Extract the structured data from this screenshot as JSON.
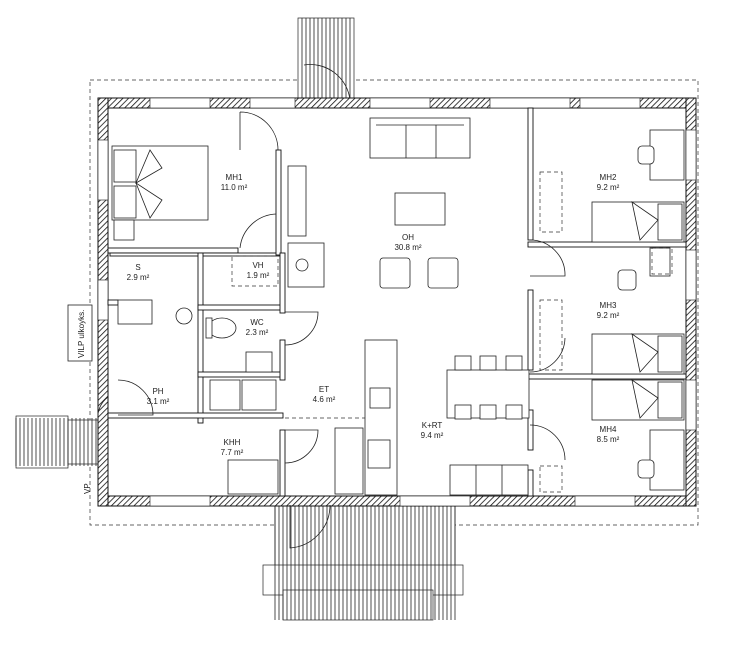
{
  "rooms": [
    {
      "key": "mh1",
      "name": "MH1",
      "area": "11.0 m²"
    },
    {
      "key": "s",
      "name": "S",
      "area": "2.9 m²"
    },
    {
      "key": "vh",
      "name": "VH",
      "area": "1.9 m²"
    },
    {
      "key": "wc",
      "name": "WC",
      "area": "2.3 m²"
    },
    {
      "key": "ph",
      "name": "PH",
      "area": "3.1 m²"
    },
    {
      "key": "khh",
      "name": "KHH",
      "area": "7.7 m²"
    },
    {
      "key": "et",
      "name": "ET",
      "area": "4.6 m²"
    },
    {
      "key": "oh",
      "name": "OH",
      "area": "30.8 m²"
    },
    {
      "key": "krt",
      "name": "K+RT",
      "area": "9.4 m²"
    },
    {
      "key": "mh2",
      "name": "MH2",
      "area": "9.2 m²"
    },
    {
      "key": "mh3",
      "name": "MH3",
      "area": "9.2 m²"
    },
    {
      "key": "mh4",
      "name": "MH4",
      "area": "8.5 m²"
    }
  ],
  "labels": {
    "vilp": "VILP ulkoyks.",
    "vp": "VP"
  }
}
